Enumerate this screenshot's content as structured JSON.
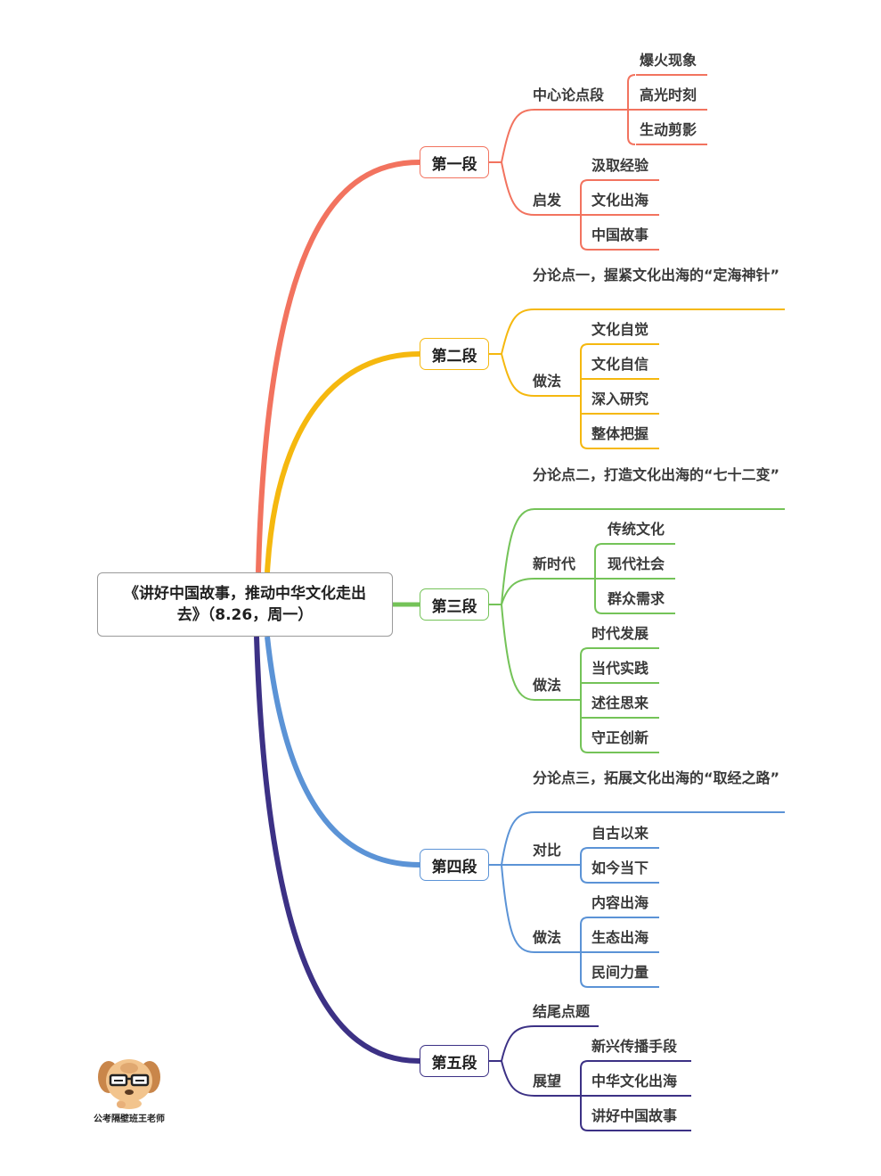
{
  "root": {
    "line1": "《讲好中国故事，推动中华文化走出",
    "line2": "去》（8.26，周一）"
  },
  "colors": {
    "s1": "#f2735f",
    "s2": "#f5b80f",
    "s3": "#74c358",
    "s4": "#5b93d6",
    "s5": "#3c3185"
  },
  "sections": {
    "s1": {
      "title": "第一段",
      "a": "中心论点段",
      "a1": "爆火现象",
      "a2": "高光时刻",
      "a3": "生动剪影",
      "b": "启发",
      "b1": "汲取经验",
      "b2": "文化出海",
      "b3": "中国故事"
    },
    "s2": {
      "title": "第二段",
      "a": "分论点一，握紧文化出海的“定海神针”",
      "b": "做法",
      "b1": "文化自觉",
      "b2": "文化自信",
      "b3": "深入研究",
      "b4": "整体把握"
    },
    "s3": {
      "title": "第三段",
      "a": "分论点二，打造文化出海的“七十二变”",
      "b": "新时代",
      "b1": "传统文化",
      "b2": "现代社会",
      "b3": "群众需求",
      "c": "做法",
      "c1": "时代发展",
      "c2": "当代实践",
      "c3": "述往思来",
      "c4": "守正创新"
    },
    "s4": {
      "title": "第四段",
      "a": "分论点三，拓展文化出海的“取经之路”",
      "b": "对比",
      "b1": "自古以来",
      "b2": "如今当下",
      "c": "做法",
      "c1": "内容出海",
      "c2": "生态出海",
      "c3": "民间力量"
    },
    "s5": {
      "title": "第五段",
      "a": "结尾点题",
      "b": "展望",
      "b1": "新兴传播手段",
      "b2": "中华文化出海",
      "b3": "讲好中国故事"
    }
  },
  "logo": {
    "icon": "dog-glasses-icon",
    "caption": "公考隔壁班王老师"
  }
}
